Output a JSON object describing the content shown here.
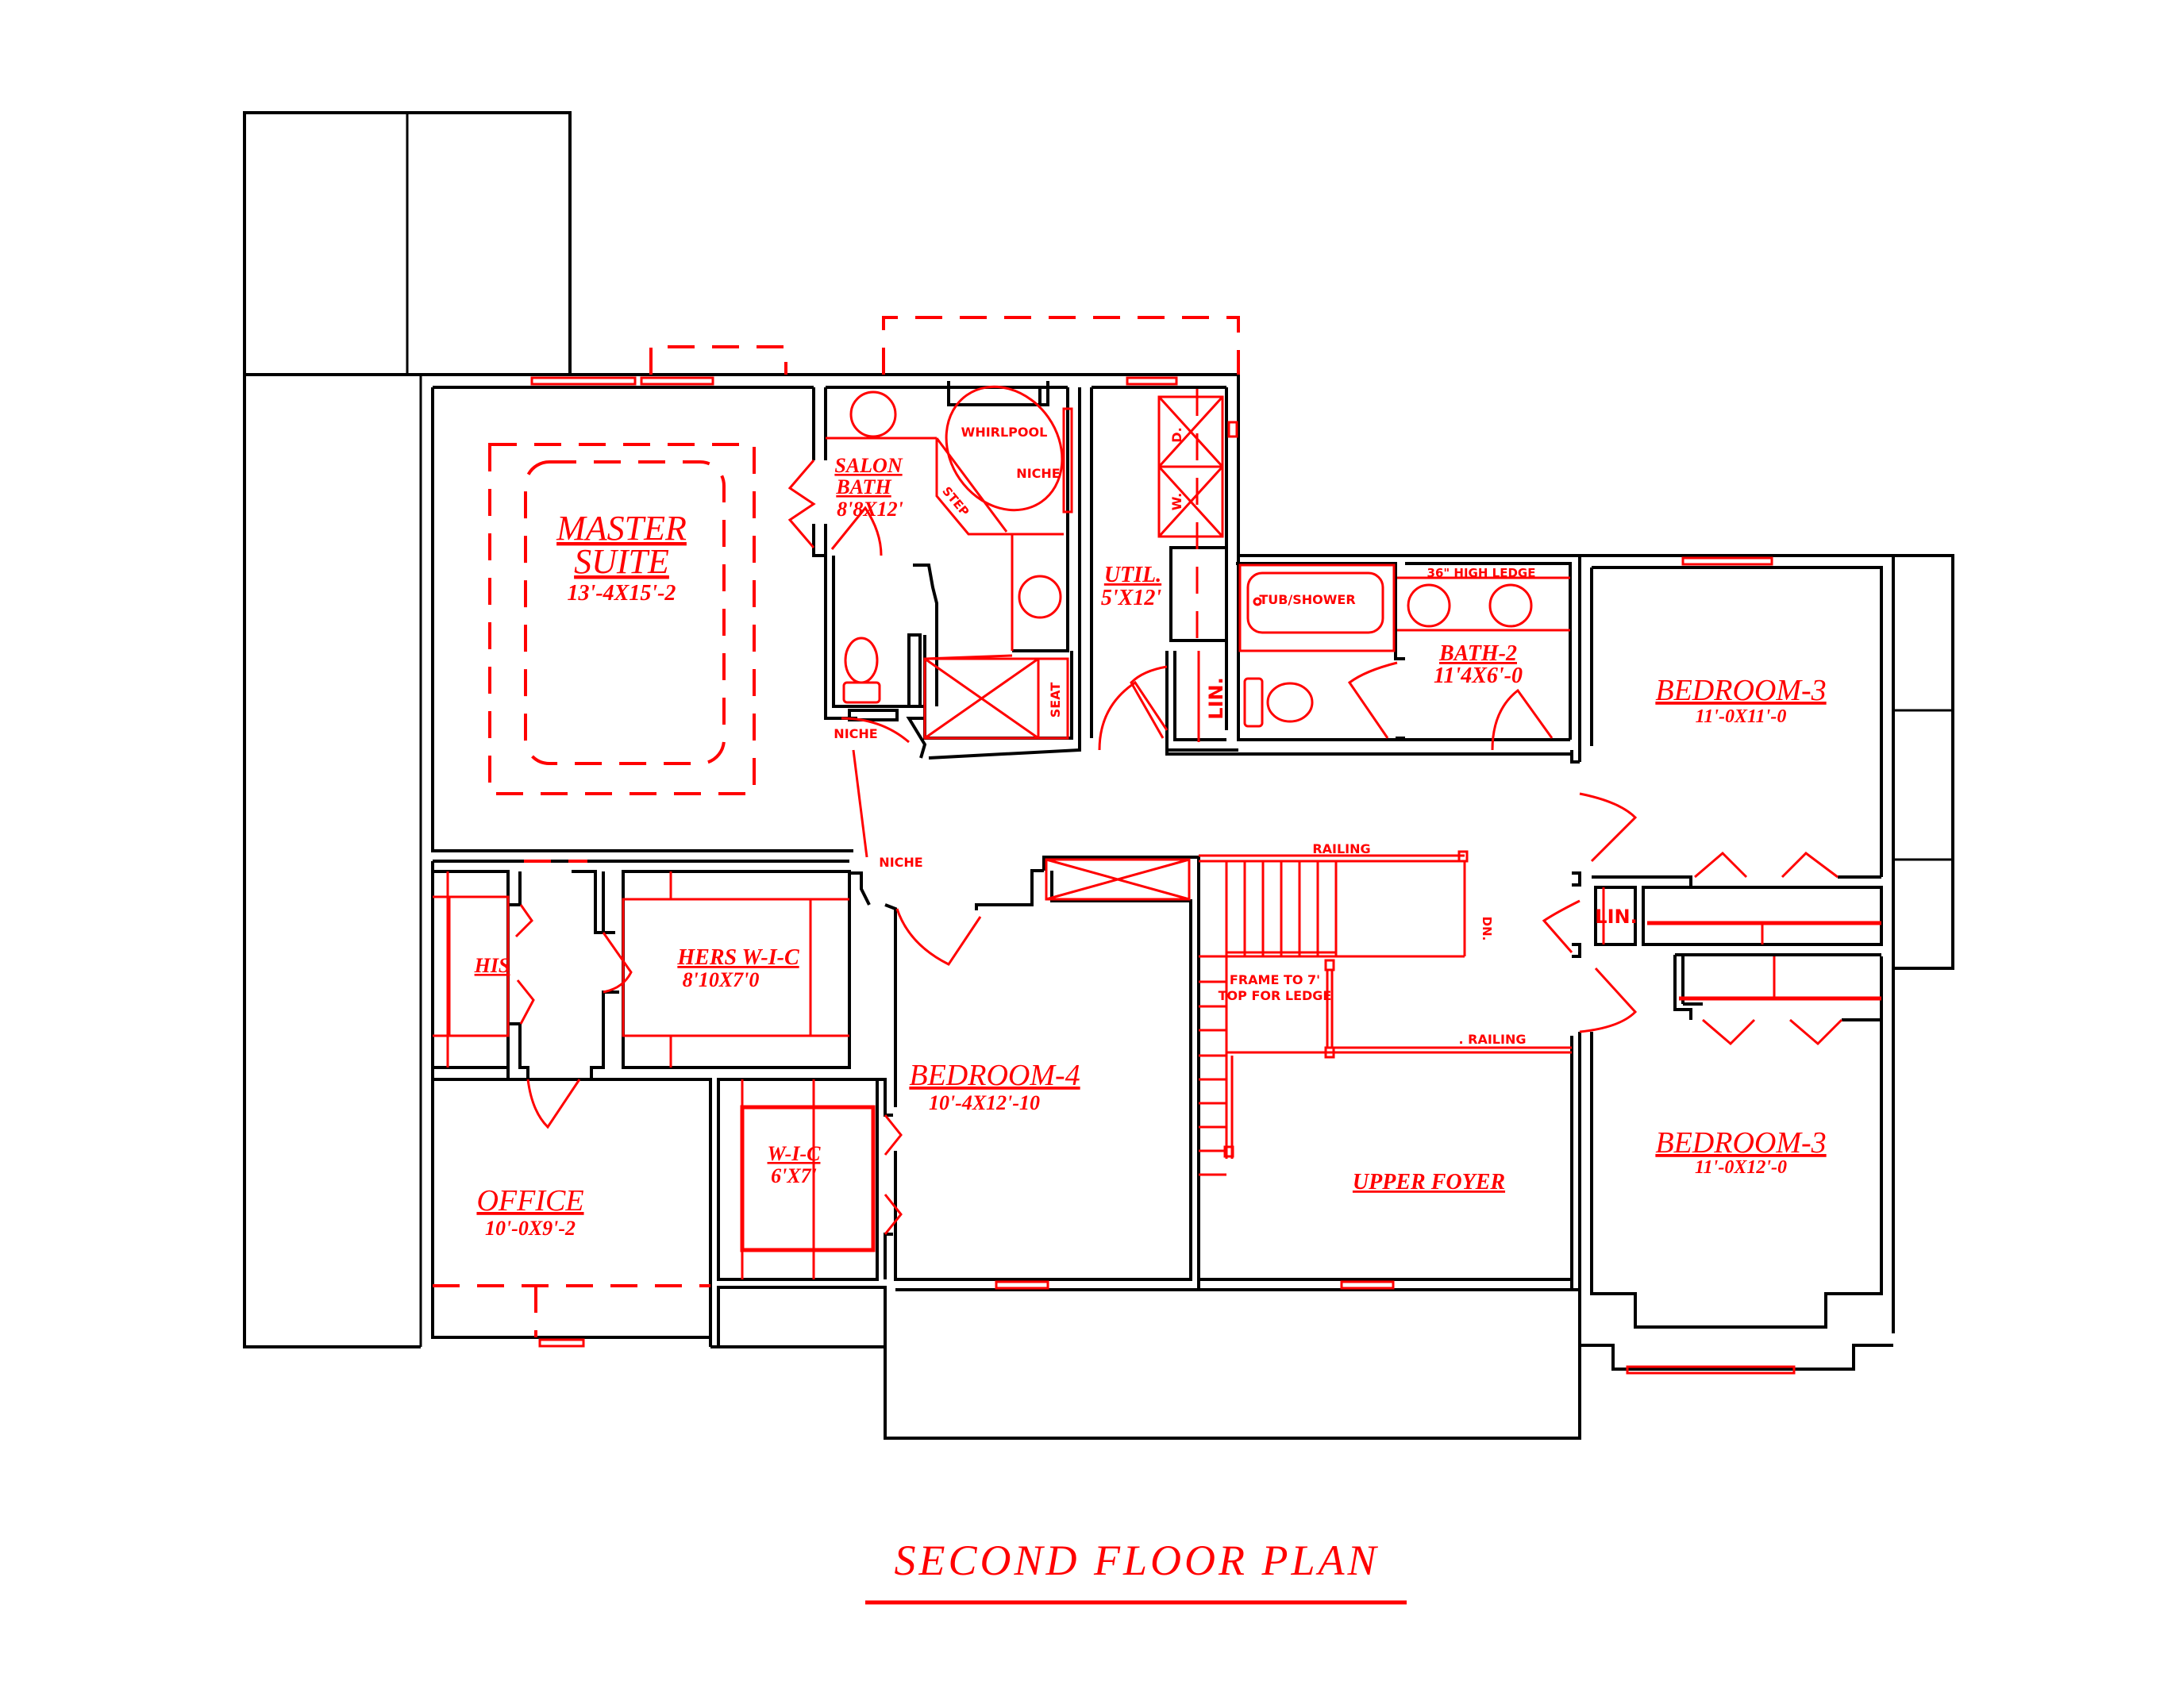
{
  "title": "SECOND FLOOR PLAN",
  "colors": {
    "walls": "#000000",
    "annotations": "#ff0000",
    "background": "#ffffff"
  },
  "rooms": {
    "master_suite": {
      "name_line1": "MASTER",
      "name_line2": "SUITE",
      "dim": "13'-4X15'-2"
    },
    "salon_bath": {
      "name_line1": "SALON",
      "name_line2": "BATH",
      "dim": "8'8X12'"
    },
    "util": {
      "name": "UTIL.",
      "dim": "5'X12'"
    },
    "bath2": {
      "name": "BATH-2",
      "dim": "11'4X6'-0"
    },
    "bedroom3_upper": {
      "name": "BEDROOM-3",
      "dim": "11'-0X11'-0"
    },
    "bedroom3_lower": {
      "name": "BEDROOM-3",
      "dim": "11'-0X12'-0"
    },
    "his": {
      "name": "HIS"
    },
    "hers_wic": {
      "name": "HERS W-I-C",
      "dim": "8'10X7'0"
    },
    "bedroom4": {
      "name": "BEDROOM-4",
      "dim": "10'-4X12'-10"
    },
    "wic": {
      "name": "W-I-C",
      "dim": "6'X7'"
    },
    "office": {
      "name": "OFFICE",
      "dim": "10'-0X9'-2"
    },
    "upper_foyer": {
      "name": "UPPER FOYER"
    }
  },
  "notes": {
    "whirlpool": "WHIRLPOOL",
    "niche_tub": "NICHE",
    "step": "STEP",
    "seat": "SEAT",
    "niche_wc": "NICHE",
    "niche_hall": "NICHE",
    "washer": "W.",
    "dryer": "D.",
    "lin_util": "LIN.",
    "lin_hall": "LIN.",
    "tub_shower": "TUB/SHOWER",
    "ledge": "36\" HIGH LEDGE",
    "railing_top": "RAILING",
    "railing_mid": ". RAILING",
    "down": "DN.",
    "frame_line1": "FRAME TO 7'",
    "frame_line2": "TOP FOR LEDGE"
  }
}
